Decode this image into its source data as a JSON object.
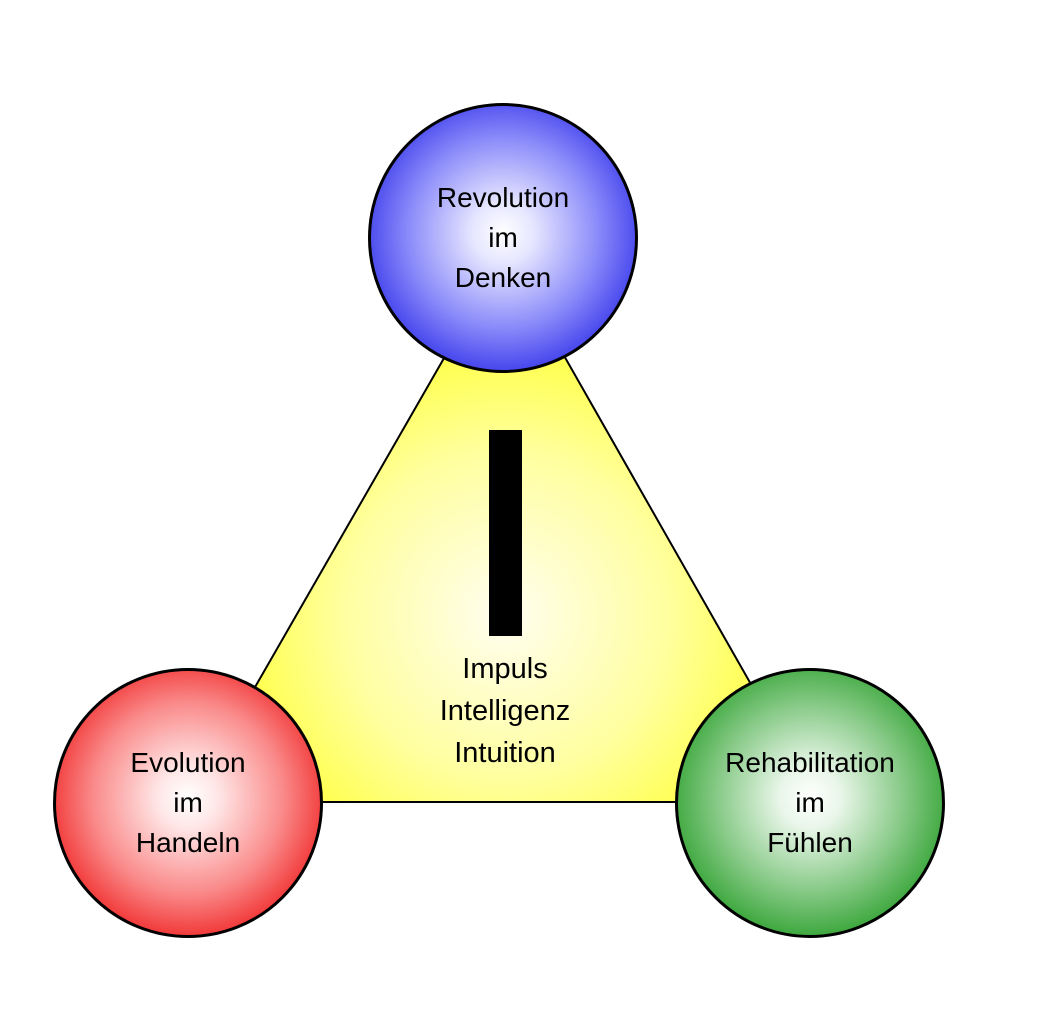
{
  "diagram": {
    "background_color": "#ffffff",
    "triangle": {
      "fill_outer": "#ffff00",
      "fill_inner": "#fffdf0",
      "stroke": "#000000"
    },
    "center": {
      "icon": "vertical-i-bar-icon",
      "icon_color": "#000000",
      "lines": [
        "Impuls",
        "Intelligenz",
        "Intuition"
      ]
    },
    "nodes": [
      {
        "id": "revolution-im-denken",
        "color": "#2a2ae8",
        "lines": [
          "Revolution",
          "im",
          "Denken"
        ]
      },
      {
        "id": "evolution-im-handeln",
        "color": "#ee1818",
        "lines": [
          "Evolution",
          "im",
          "Handeln"
        ]
      },
      {
        "id": "rehabilitation-im-fuehlen",
        "color": "#219b21",
        "lines": [
          "Rehabilitation",
          "im",
          "Fühlen"
        ]
      }
    ]
  }
}
